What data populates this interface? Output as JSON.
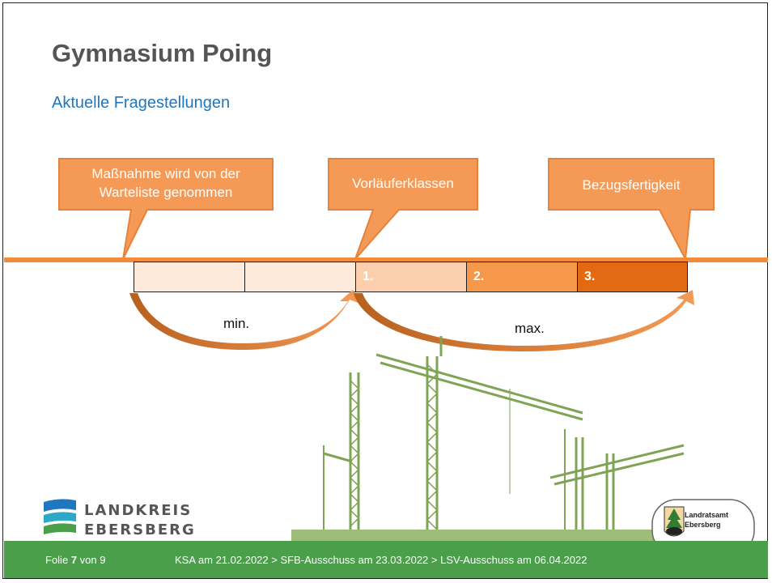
{
  "slide": {
    "title": "Gymnasium Poing",
    "subtitle": "Aktuelle Fragestellungen"
  },
  "timeline": {
    "callouts": [
      {
        "line1": "Maßnahme wird von der",
        "line2": "Warteliste genommen"
      },
      {
        "text": "Vorläuferklassen"
      },
      {
        "text": "Bezugsfertigkeit"
      }
    ],
    "segments": [
      {
        "label": "",
        "color": "#fdeadb"
      },
      {
        "label": "",
        "color": "#fdeadb"
      },
      {
        "label": "1.",
        "color": "#fbcfae"
      },
      {
        "label": "2.",
        "color": "#f5984a"
      },
      {
        "label": "3.",
        "color": "#e26a12"
      }
    ],
    "arc_labels": {
      "min": "min.",
      "max": "max."
    }
  },
  "colors": {
    "accent": "#f28c3a",
    "footer": "#4b9e4a",
    "subtitle": "#1f77c0"
  },
  "logo": {
    "line1": "LANDKREIS",
    "line2": "EBERSBERG"
  },
  "badge": {
    "line1": "Landratsamt",
    "line2": "Ebersberg"
  },
  "footer": {
    "folie_prefix": "Folie",
    "folie_number": "7",
    "folie_suffix": "von 9",
    "meetings": "KSA am 21.02.2022 > SFB-Ausschuss am 23.03.2022 > LSV-Ausschuss am 06.04.2022"
  }
}
